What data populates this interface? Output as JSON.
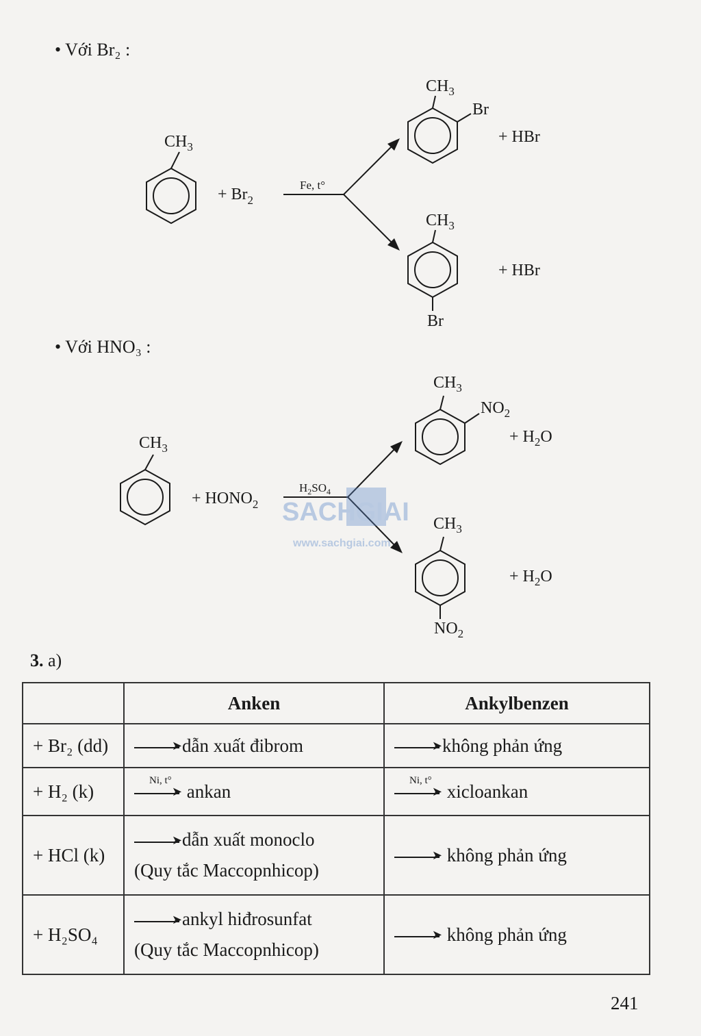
{
  "bullet_br2": "• Với Br₂ :",
  "bullet_hno3": "• Với HNO₃ :",
  "r1": {
    "ch3": "CH",
    "ch3_sub": "3",
    "plus_reagent": "+ Br",
    "reagent_sub": "2",
    "condition": "Fe, t°",
    "prod1_sub": "Br",
    "prod2_sub": "Br",
    "byproduct": "+ HBr"
  },
  "r2": {
    "ch3": "CH",
    "ch3_sub": "3",
    "plus_reagent": "+ HONO",
    "reagent_sub": "2",
    "condition_main": "H",
    "condition_sub1": "2",
    "condition_mid": "SO",
    "condition_sub2": "4",
    "no2": "NO",
    "no2_sub": "2",
    "byproduct": "+ H",
    "byproduct_sub": "2",
    "byproduct_tail": "O"
  },
  "watermark": {
    "brand": "SACHGIAI",
    "url": "www.sachgiai.com"
  },
  "section": {
    "number": "3.",
    "part": "a)"
  },
  "table": {
    "headers": [
      "",
      "Anken",
      "Ankylbenzen"
    ],
    "rows": [
      {
        "reagent": "+ Br₂ (dd)",
        "anken": "dẫn xuất đibrom",
        "anken_note": "",
        "anken_cond": "",
        "ankyl": "không phản ứng",
        "ankyl_cond": ""
      },
      {
        "reagent": "+ H₂ (k)",
        "anken": "ankan",
        "anken_note": "",
        "anken_cond": "Ni, t°",
        "ankyl": "xicloankan",
        "ankyl_cond": "Ni, t°"
      },
      {
        "reagent": "+ HCl (k)",
        "anken": "dẫn xuất monoclo",
        "anken_note": "(Quy tắc Maccopnhicop)",
        "anken_cond": "",
        "ankyl": "không phản ứng",
        "ankyl_cond": ""
      },
      {
        "reagent": "+ H₂SO₄",
        "anken": "ankyl hiđrosunfat",
        "anken_note": "(Quy tắc Maccopnhicop)",
        "anken_cond": "",
        "ankyl": "không phản ứng",
        "ankyl_cond": ""
      }
    ]
  },
  "page_number": "241"
}
